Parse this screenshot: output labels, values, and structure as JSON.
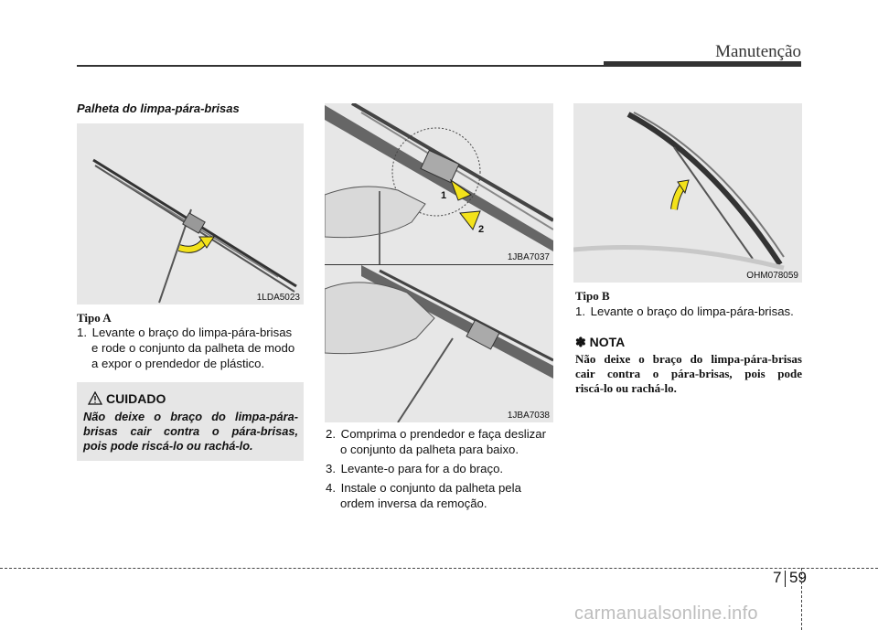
{
  "header": {
    "section_title": "Manutenção"
  },
  "section_heading": "Palheta do limpa-pára-brisas",
  "figures": {
    "fig1_code": "1LDA5023",
    "fig2_code": "1JBA7037",
    "fig2_label_1": "1",
    "fig2_label_2": "2",
    "fig3_code": "1JBA7038",
    "fig4_code": "OHM078059"
  },
  "tipo_a": {
    "heading": "Tipo A",
    "step1_num": "1.",
    "step1_line1": "Levante o braço do limpa-pára-brisas",
    "step1_line2": "e rode o conjunto da palheta de modo",
    "step1_line3": "a expor o prendedor de plástico."
  },
  "caution": {
    "icon": "warning-triangle-icon",
    "title": "CUIDADO",
    "line1": "Não deixe o braço do limpa-pára-",
    "line2": "brisas cair contra o pára-brisas,",
    "line3": "pois pode riscá-lo ou rachá-lo."
  },
  "steps_middle": {
    "step2_num": "2.",
    "step2_line1": "Comprima o prendedor e faça deslizar",
    "step2_line2": "o conjunto da palheta para baixo.",
    "step3_num": "3.",
    "step3_line1": "Levante-o para for a do braço.",
    "step4_num": "4.",
    "step4_line1": "Instale o conjunto da palheta pela",
    "step4_line2": "ordem inversa da remoção."
  },
  "tipo_b": {
    "heading": "Tipo B",
    "step1_num": "1.",
    "step1_line1": "Levante o braço do limpa-pára-brisas."
  },
  "nota": {
    "icon": "asterisk-note-icon",
    "title": "✽ NOTA",
    "line1": "Não deixe o braço do limpa-pára-brisas",
    "line2": "cair contra o pára-brisas, pois pode",
    "line3": "riscá-lo ou rachá-lo."
  },
  "footer": {
    "chapter": "7",
    "page": "59",
    "watermark": "carmanualsonline.info"
  },
  "colors": {
    "arrow_fill": "#f3e21b",
    "figure_bg": "#e7e7e7",
    "caution_bg": "#e6e6e6"
  }
}
